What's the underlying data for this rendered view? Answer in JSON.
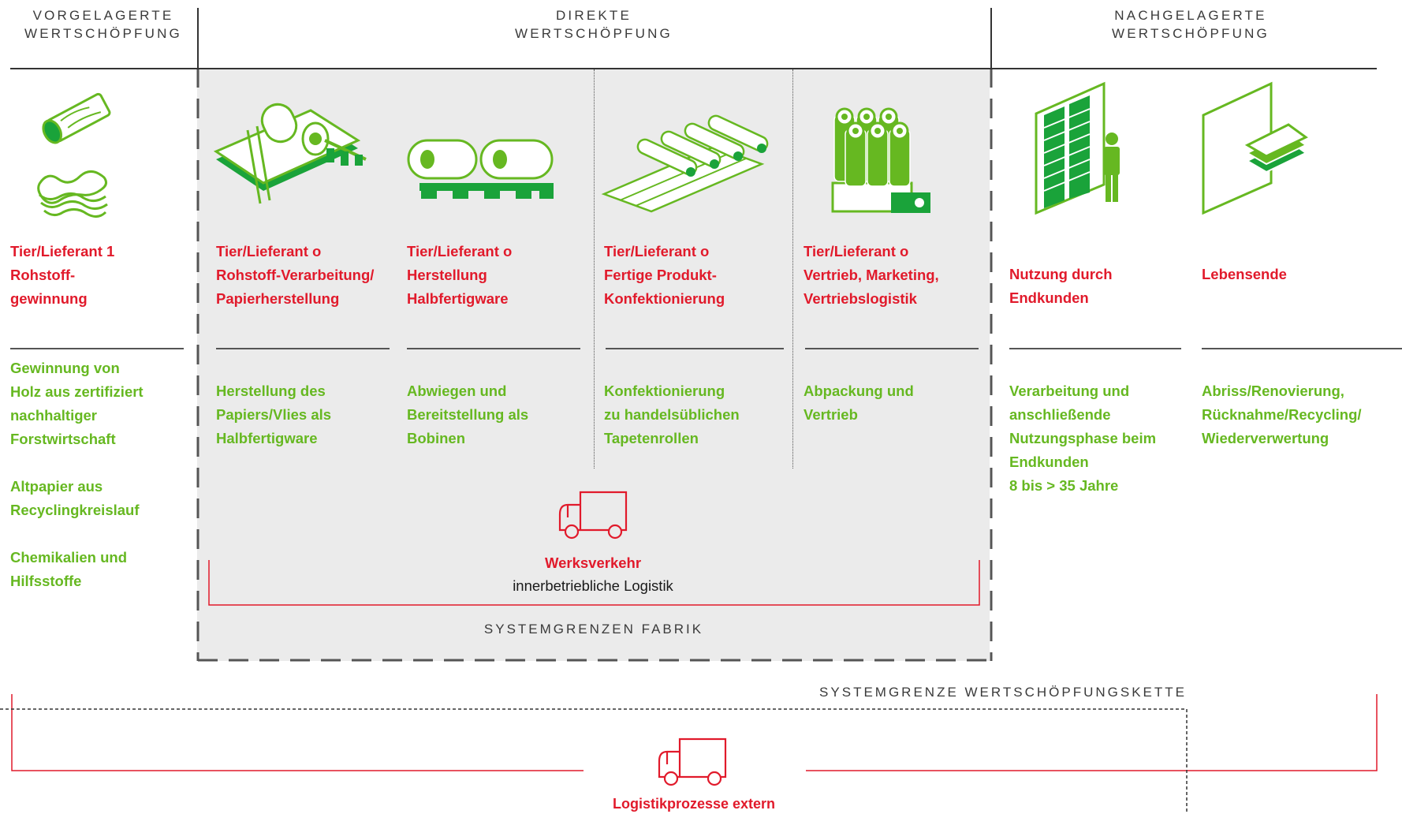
{
  "headers": {
    "upstream": "VORGELAGERTE\nWERTSCHÖPFUNG",
    "direct": "DIREKTE\nWERTSCHÖPFUNG",
    "downstream": "NACHGELAGERTE\nWERTSCHÖPFUNG"
  },
  "columns": [
    {
      "icon": "log-and-paper-icon",
      "title": "Tier/Lieferant 1\nRohstoff-\ngewinnung",
      "description": "Gewinnung von\nHolz aus zertifiziert\nnachhaltiger\nForstwirtschaft\n\nAltpapier aus\nRecyclingkreislauf\n\nChemikalien und\nHilfsstoffe"
    },
    {
      "icon": "paper-machine-icon",
      "title": "Tier/Lieferant o\nRohstoff-Verarbeitung/\nPapierherstellung",
      "description": "Herstellung des\nPapiers/Vlies als\nHalbfertigware"
    },
    {
      "icon": "bobbins-icon",
      "title": "Tier/Lieferant o\nHerstellung\nHalbfertigware",
      "description": "Abwiegen und\nBereitstellung als\nBobinen"
    },
    {
      "icon": "wallpaper-rolls-icon",
      "title": "Tier/Lieferant o\nFertige Produkt-\nKonfektionierung",
      "description": "Konfektionierung\nzu handelsüblichen\nTapetenrollen"
    },
    {
      "icon": "packaged-rolls-icon",
      "title": "Tier/Lieferant o\nVertrieb, Marketing,\nVertriebslogistik",
      "description": "Abpackung und\nVertrieb"
    },
    {
      "icon": "wall-person-icon",
      "title": "Nutzung durch\nEndkunden",
      "description": "Verarbeitung und\nanschließende\nNutzungsphase beim\nEndkunden\n8 bis > 35 Jahre"
    },
    {
      "icon": "wall-layers-icon",
      "title": "Lebensende",
      "description": "Abriss/Renovierung,\nRücknahme/Recycling/\nWiederverwertung"
    }
  ],
  "internal_logistics": {
    "title": "Werksverkehr",
    "subtitle": "innerbetriebliche Logistik",
    "icon": "truck-icon"
  },
  "factory_boundary": "SYSTEMGRENZEN FABRIK",
  "value_chain_boundary": "SYSTEMGRENZE WERTSCHÖPFUNGSKETTE",
  "external_logistics": {
    "title": "Logistikprozesse extern",
    "icon": "truck-icon"
  },
  "colors": {
    "red": "#e11a2b",
    "green": "#66b821",
    "dark_green": "#1aa33a",
    "grey_bg": "#ebebeb",
    "line": "#555555"
  }
}
